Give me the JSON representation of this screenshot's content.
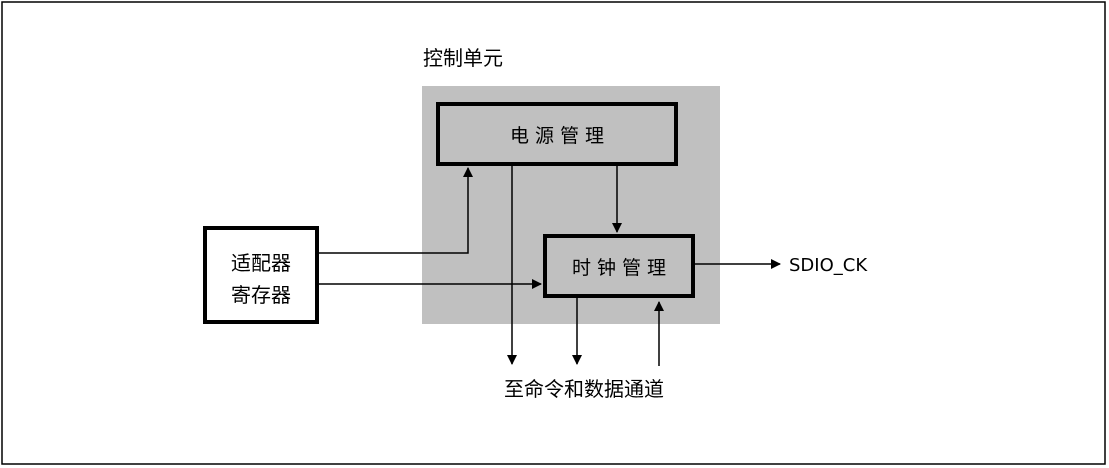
{
  "diagram": {
    "control_unit_title": "控制单元",
    "power_mgmt_label": "电 源 管 理",
    "clock_mgmt_label": "时 钟 管 理",
    "adapter_reg_line1": "适配器",
    "adapter_reg_line2": "寄存器",
    "sdio_ck_label": "SDIO_CK",
    "data_path_label": "至命令和数据通道"
  },
  "colors": {
    "control_unit_fill": "#c0c0c0",
    "box_fill_gray": "#c0c0c0",
    "box_fill_white": "#ffffff",
    "stroke": "#000000"
  }
}
